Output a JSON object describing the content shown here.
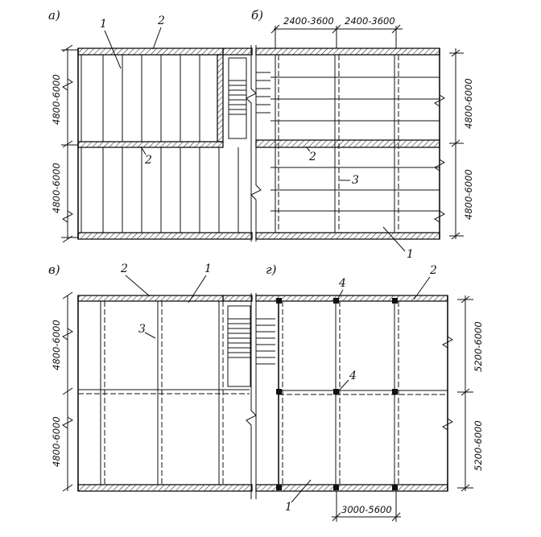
{
  "panels": [
    {
      "id": "a",
      "label": "а)"
    },
    {
      "id": "b",
      "label": "б)"
    },
    {
      "id": "v",
      "label": "в)"
    },
    {
      "id": "g",
      "label": "г)"
    }
  ],
  "callouts": {
    "a": [
      "1",
      "2",
      "2"
    ],
    "b": [
      "2",
      "3",
      "1"
    ],
    "v": [
      "2",
      "1",
      "3"
    ],
    "g": [
      "4",
      "2",
      "4",
      "1"
    ]
  },
  "dimensions": {
    "a_left": [
      "4800-6000",
      "4800-6000"
    ],
    "b_top": [
      "2400-3600",
      "2400-3600"
    ],
    "b_right": [
      "4800-6000",
      "4800-6000"
    ],
    "v_left": [
      "4800-6000",
      "4800-6000"
    ],
    "g_right": [
      "5200-6000",
      "5200-6000"
    ],
    "g_bottom": "3000-5600"
  },
  "colors": {
    "ink": "#111111",
    "paper": "#ffffff"
  }
}
